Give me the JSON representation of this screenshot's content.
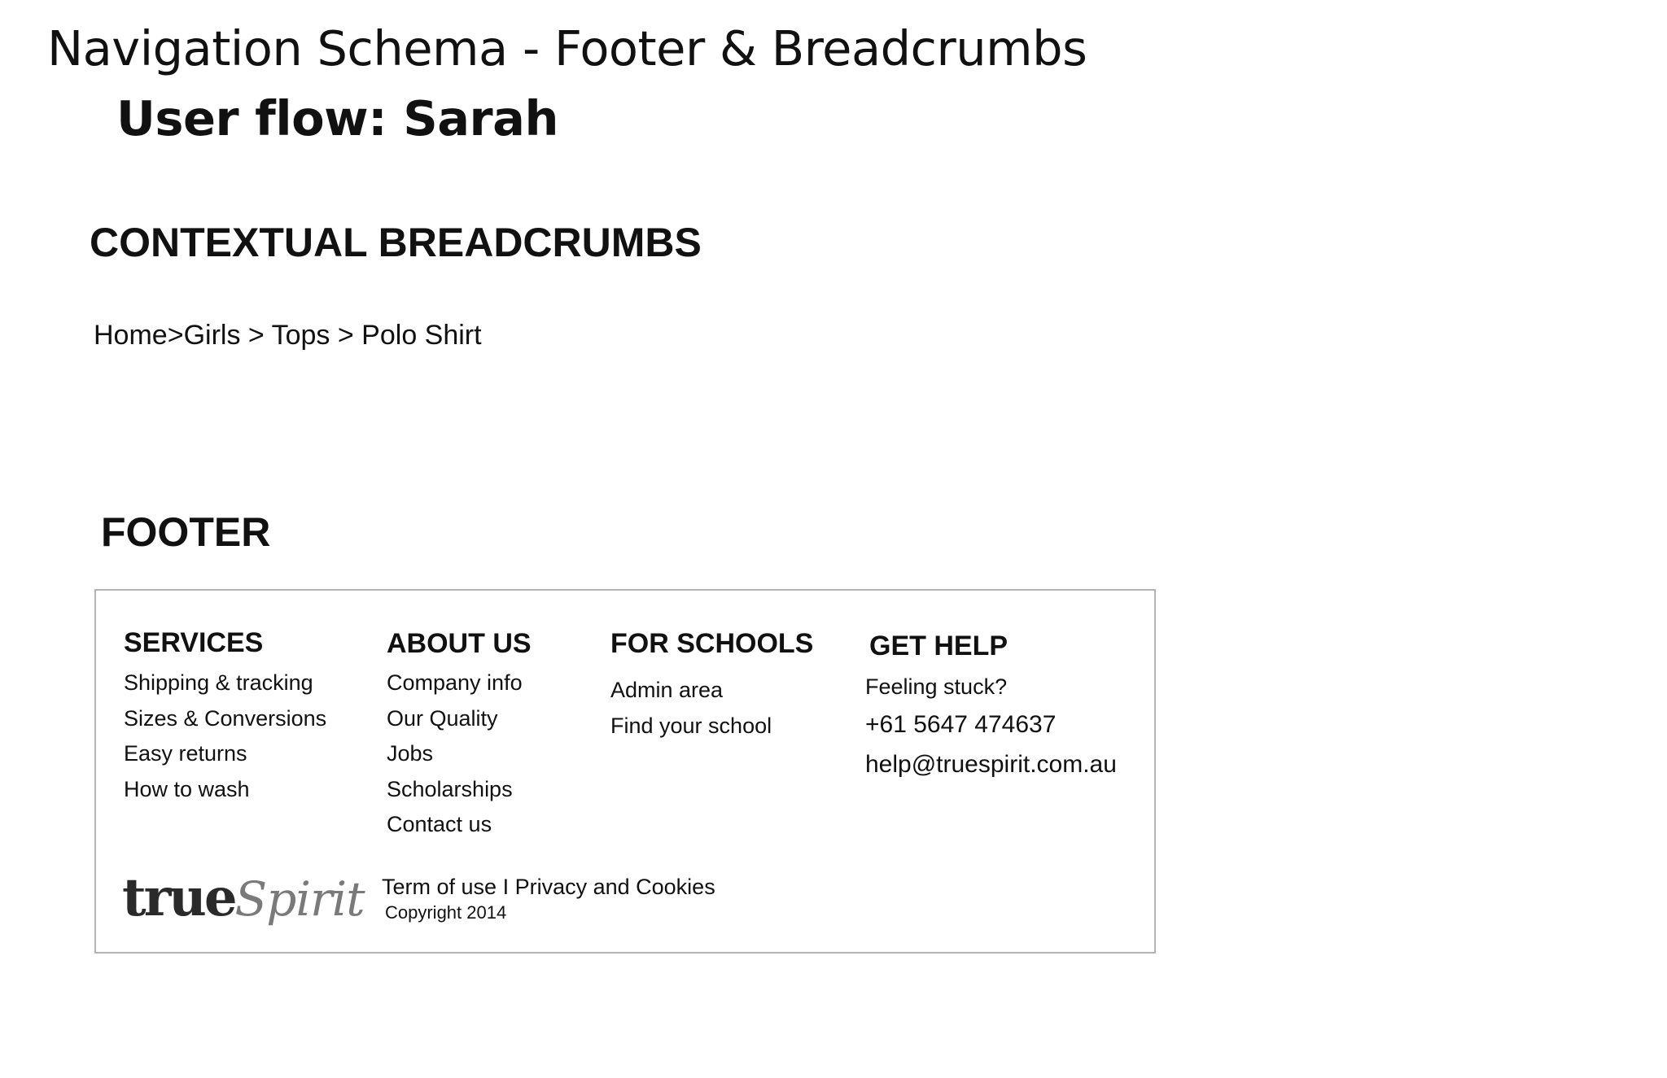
{
  "header": {
    "title": "Navigation Schema - Footer & Breadcrumbs",
    "subtitle": "User flow: Sarah"
  },
  "breadcrumbs_section": {
    "heading": "CONTEXTUAL BREADCRUMBS",
    "items": [
      "Home",
      "Girls",
      "Tops",
      "Polo Shirt"
    ],
    "separators": [
      ">",
      " > ",
      " > "
    ]
  },
  "footer_section": {
    "heading": "FOOTER",
    "columns": {
      "services": {
        "heading": "SERVICES",
        "links": [
          "Shipping & tracking",
          "Sizes & Conversions",
          "Easy returns",
          "How to wash"
        ]
      },
      "about": {
        "heading": "ABOUT US",
        "links": [
          "Company info",
          "Our Quality",
          "Jobs",
          "Scholarships",
          "Contact us"
        ]
      },
      "schools": {
        "heading": "FOR SCHOOLS",
        "links": [
          "Admin area",
          "Find your school"
        ]
      },
      "help": {
        "heading": "GET HELP",
        "prompt": "Feeling stuck?",
        "phone": "+61 5647 474637",
        "email": "help@truespirit.com.au"
      }
    },
    "logo": {
      "part1": "true",
      "part2": "Spirit",
      "icon": "truespirit-logo"
    },
    "legal": {
      "terms": "Term of use",
      "divider": " I ",
      "privacy": "Privacy and Cookies",
      "copyright": "Copyright 2014"
    }
  },
  "colors": {
    "text": "#111111",
    "footer_border": "#b5b5b5",
    "logo_dark": "#2a2a2a",
    "logo_light": "#7a7a7a"
  }
}
